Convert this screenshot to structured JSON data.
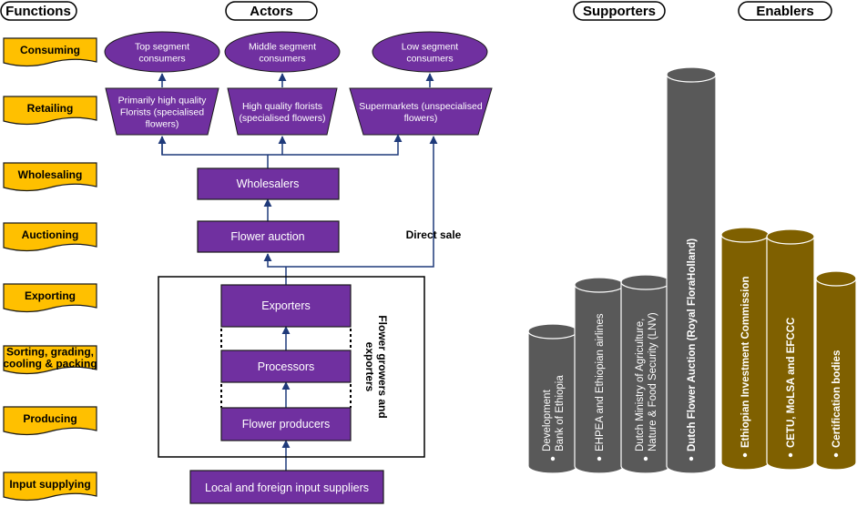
{
  "headers": {
    "functions": "Functions",
    "actors": "Actors",
    "supporters": "Supporters",
    "enablers": "Enablers"
  },
  "functions": [
    [
      "Consuming"
    ],
    [
      "Retailing"
    ],
    [
      "Wholesaling"
    ],
    [
      "Auctioning"
    ],
    [
      "Exporting"
    ],
    [
      "Sorting, grading,",
      "cooling & packing"
    ],
    [
      "Producing"
    ],
    [
      "Input supplying"
    ]
  ],
  "consumers": [
    [
      "Top segment",
      "consumers"
    ],
    [
      "Middle segment",
      "consumers"
    ],
    [
      "Low segment",
      "consumers"
    ]
  ],
  "retailers": [
    [
      "Primarily high quality",
      "Florists (specialised",
      "flowers)"
    ],
    [
      "High quality florists",
      "(specialised flowers)"
    ],
    [
      "Supermarkets (unspecialised",
      "flowers)"
    ]
  ],
  "actors": {
    "wholesalers": "Wholesalers",
    "flower_auction": "Flower auction",
    "exporters": "Exporters",
    "processors": "Processors",
    "flower_producers": "Flower producers",
    "input_suppliers": "Local and foreign input suppliers",
    "direct_sale": "Direct sale",
    "growers_exporters": [
      "Flower growers and",
      "exporters"
    ]
  },
  "supporters": [
    [
      "Development",
      "Bank of Ethiopia"
    ],
    [
      "EHPEA and Ethiopian airlines"
    ],
    [
      "Dutch Ministry of Agriculture,",
      "Nature & Food Security (LNV)"
    ],
    [
      "Dutch Flower Auction (Royal FloraHolland)"
    ]
  ],
  "enablers": [
    [
      "Ethiopian Investment Commission"
    ],
    [
      "CETU, MoLSA and EFCCC"
    ],
    [
      "Certification bodies"
    ]
  ],
  "colors": {
    "purple": "#7030a0",
    "function_tag": "#ffc000",
    "arrow": "#1f3a7a",
    "supporter_cylinder": "#595959",
    "enabler_cylinder": "#7f6000"
  }
}
